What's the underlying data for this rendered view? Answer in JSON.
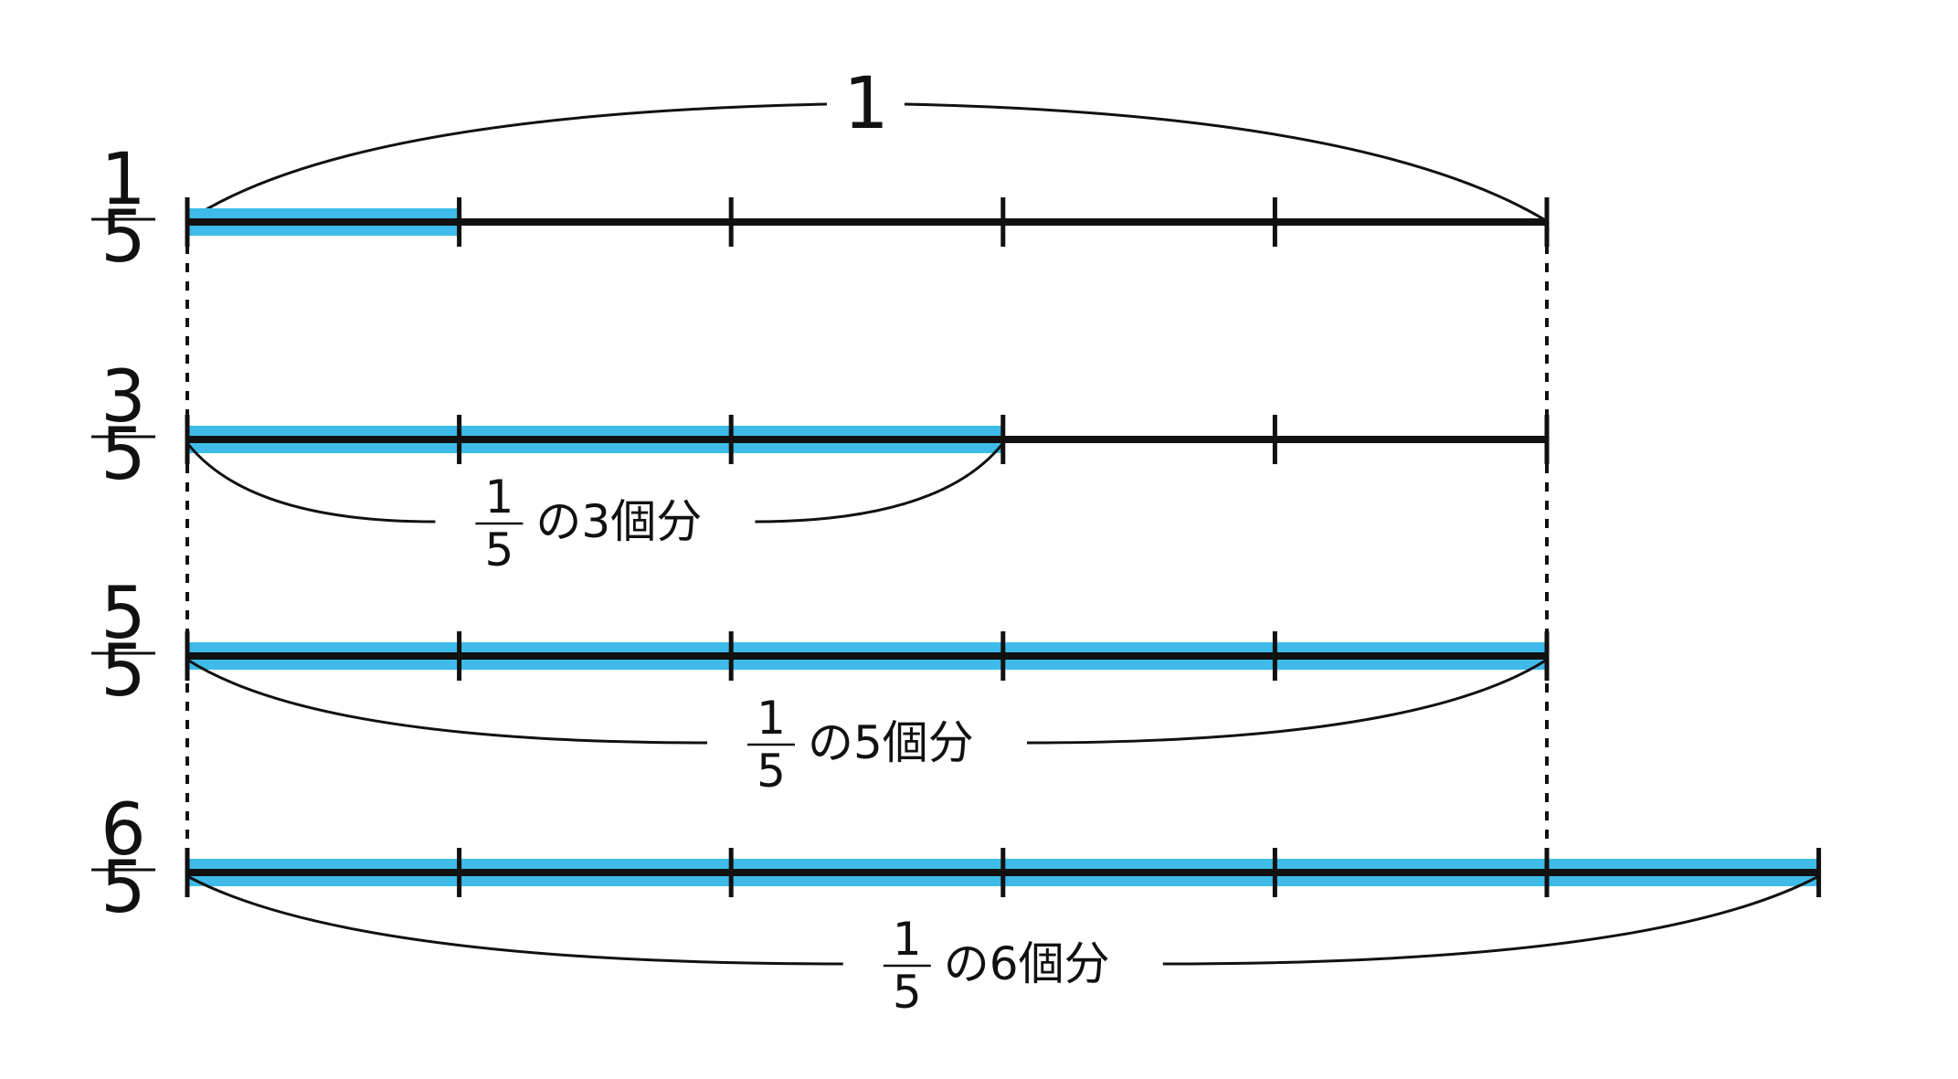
{
  "colors": {
    "bar_fill": "#3ebbe9",
    "line": "#111111",
    "background": "#ffffff"
  },
  "total_label": "1",
  "rows": [
    {
      "numerator": "1",
      "denominator": "5",
      "filled_parts": 1,
      "total_parts": 5,
      "brace": null
    },
    {
      "numerator": "3",
      "denominator": "5",
      "filled_parts": 3,
      "total_parts": 5,
      "brace": {
        "frac_num": "1",
        "frac_den": "5",
        "text": "の3個分"
      }
    },
    {
      "numerator": "5",
      "denominator": "5",
      "filled_parts": 5,
      "total_parts": 5,
      "brace": {
        "frac_num": "1",
        "frac_den": "5",
        "text": "の5個分"
      }
    },
    {
      "numerator": "6",
      "denominator": "5",
      "filled_parts": 6,
      "total_parts": 6,
      "brace": {
        "frac_num": "1",
        "frac_den": "5",
        "text": "の6個分"
      }
    }
  ]
}
